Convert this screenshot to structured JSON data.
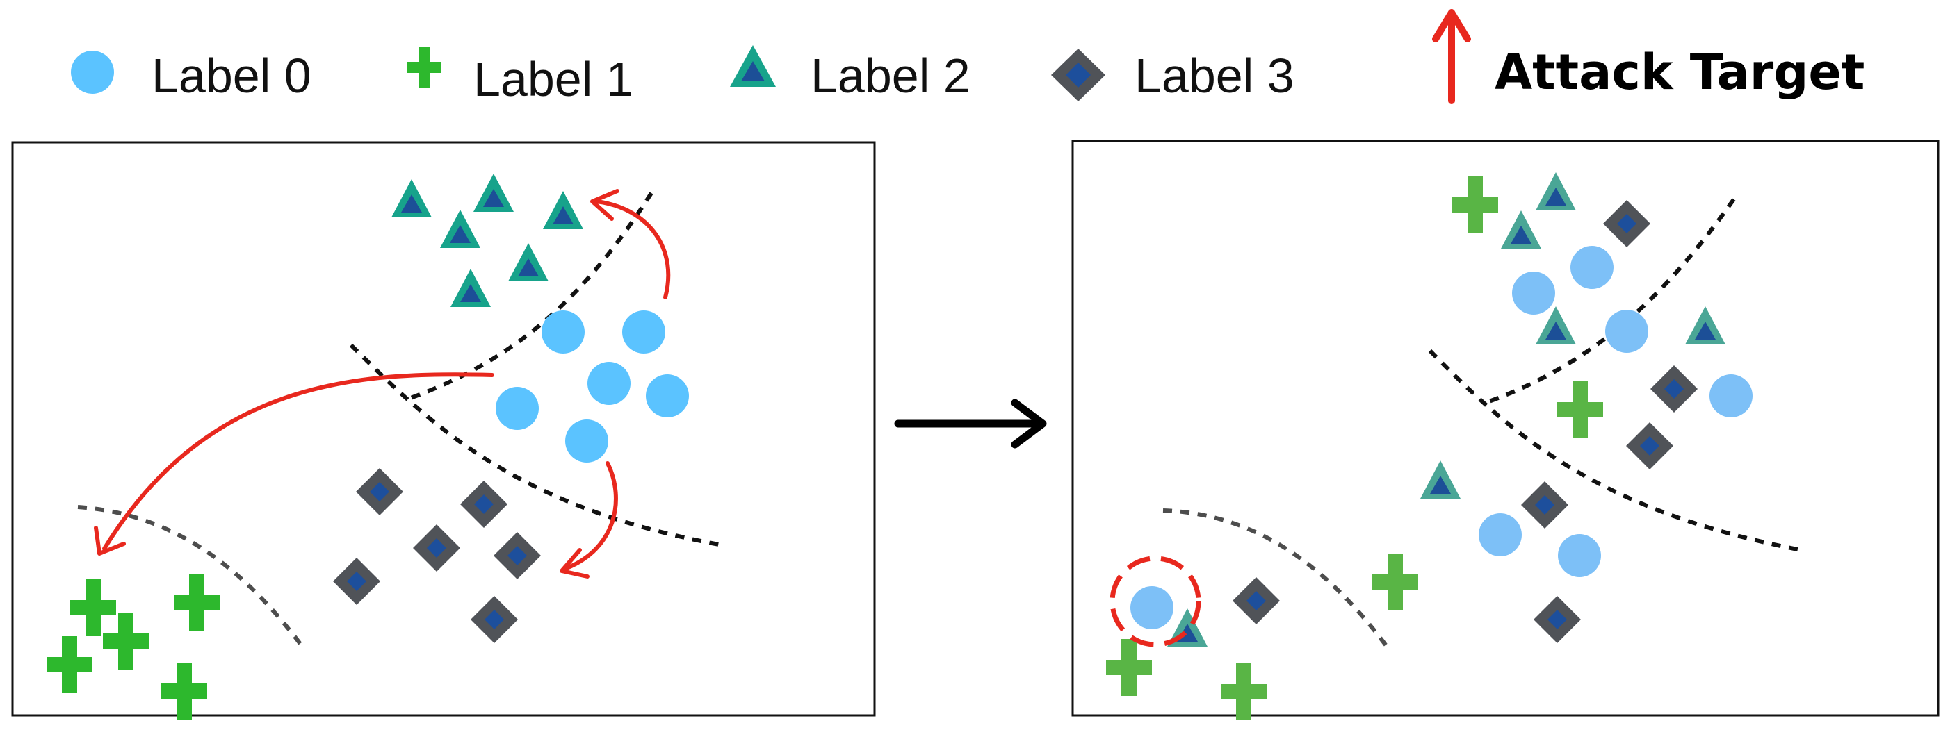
{
  "legend": {
    "items": [
      {
        "label": "Label 0",
        "icon": "circle-icon"
      },
      {
        "label": "Label 1",
        "icon": "plus-icon"
      },
      {
        "label": "Label 2",
        "icon": "triangle-icon"
      },
      {
        "label": "Label 3",
        "icon": "diamond-icon"
      }
    ],
    "attack_label": "Attack Target"
  },
  "colors": {
    "label0": "#5bc3ff",
    "label0_faded": "#7dc0f7",
    "label1": "#2db82d",
    "label1_faded": "#59b545",
    "label2_outer": "#17a38b",
    "label2_outer_faded": "#4aa696",
    "label2_inner": "#1c4f97",
    "label3_outer": "#505358",
    "label3_inner": "#1d4f9c",
    "attack": "#e8281e",
    "boundary_dark": "#111111",
    "boundary_gray": "#4d4d4d",
    "transition_arrow": "#000000"
  }
}
